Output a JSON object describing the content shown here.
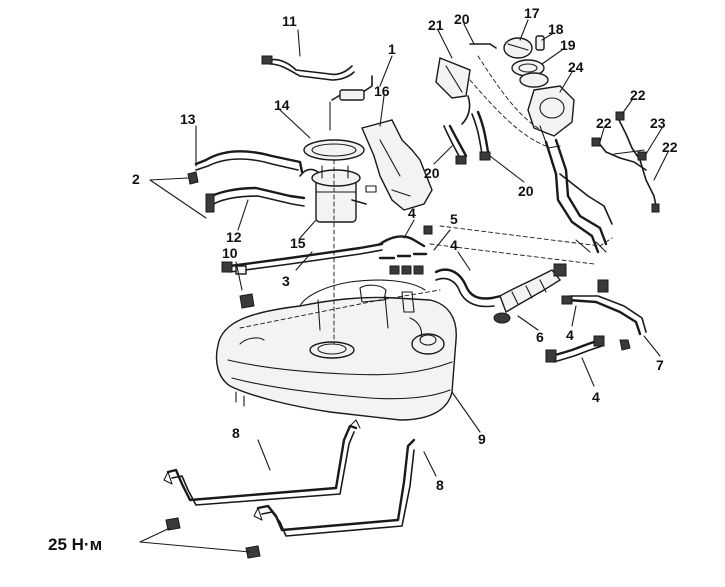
{
  "labels": {
    "l1": "1",
    "l2": "2",
    "l3": "3",
    "l4a": "4",
    "l4b": "4",
    "l4c": "4",
    "l4d": "4",
    "l5": "5",
    "l6": "6",
    "l7": "7",
    "l8a": "8",
    "l8b": "8",
    "l9": "9",
    "l10": "10",
    "l11": "11",
    "l12": "12",
    "l13": "13",
    "l14": "14",
    "l15": "15",
    "l16": "16",
    "l17": "17",
    "l18": "18",
    "l19": "19",
    "l20a": "20",
    "l20b": "20",
    "l20c": "20",
    "l21": "21",
    "l22a": "22",
    "l22b": "22",
    "l22c": "22",
    "l23": "23",
    "l24": "24"
  },
  "torque": "25 Н·м"
}
